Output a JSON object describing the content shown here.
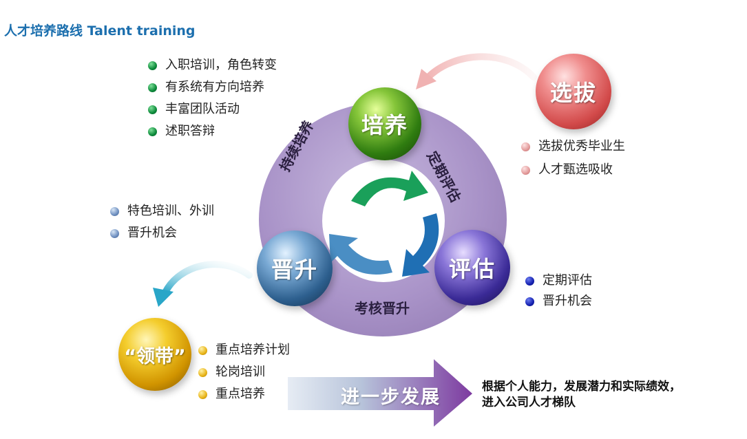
{
  "title": "人才培养路线 Talent training",
  "spheres": {
    "peiyang": "培养",
    "xuanba": "选拔",
    "jinsheng": "晋升",
    "pinggu": "评估",
    "lingdai": "“领带”"
  },
  "ring_labels": {
    "left": "持续培养",
    "right": "定期评估",
    "bottom": "考核晋升"
  },
  "lists": {
    "peiyang": [
      "入职培训，角色转变",
      "有系统有方向培养",
      "丰富团队活动",
      "述职答辩"
    ],
    "xuanba": [
      "选拔优秀毕业生",
      "人才甄选吸收"
    ],
    "jinsheng": [
      "特色培训、外训",
      "晋升机会"
    ],
    "pinggu": [
      "定期评估",
      "晋升机会"
    ],
    "lingdai": [
      "重点培养计划",
      "轮岗培训",
      "重点培养"
    ]
  },
  "develop_arrow": "进一步发展",
  "development_note": [
    "根据个人能力，发展潜力和实际绩效，",
    "进入公司人才梯队"
  ],
  "colors": {
    "title": "#1c6fae",
    "ring": "#a993c8",
    "cycle_green": "#1aa05a",
    "cycle_blue": "#1f6fb4",
    "cycle_steel": "#4a8ec4",
    "develop_arrow": "#8a5aa8"
  }
}
